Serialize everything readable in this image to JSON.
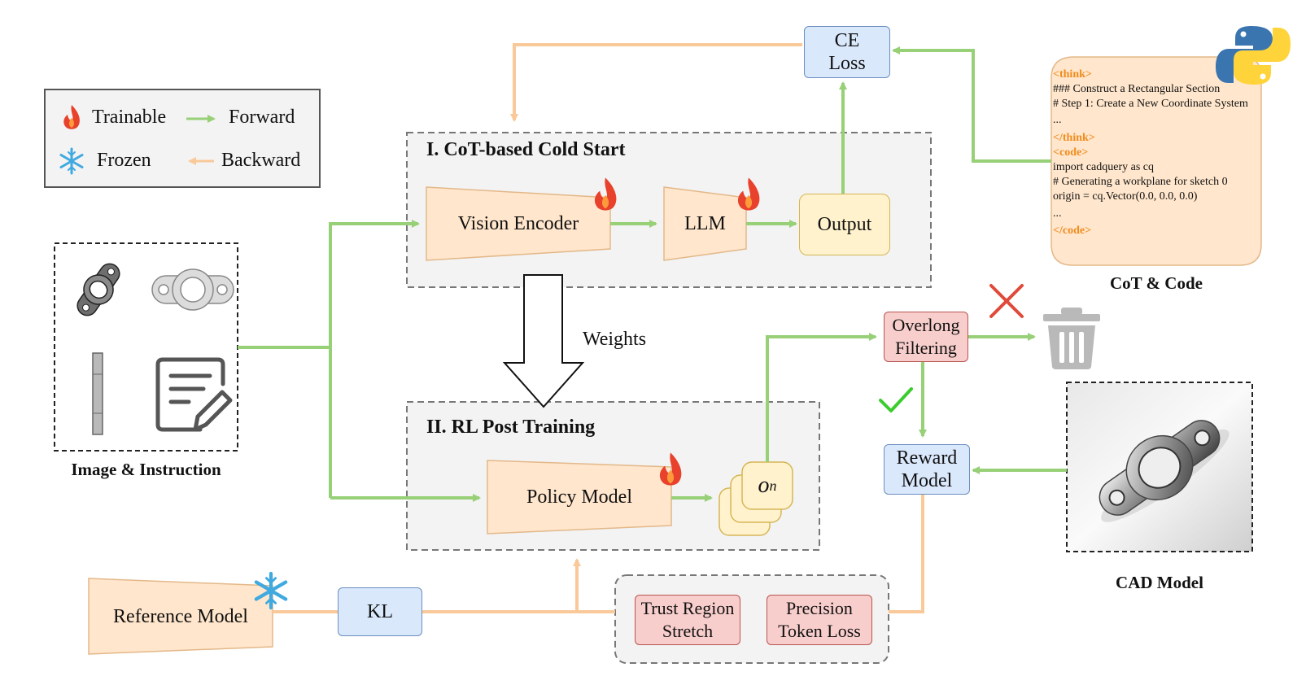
{
  "legend": {
    "trainable": "Trainable",
    "forward": "Forward",
    "frozen": "Frozen",
    "backward": "Backward"
  },
  "stage1": {
    "title": "I. CoT-based Cold Start",
    "vision_encoder": "Vision Encoder",
    "llm": "LLM",
    "output": "Output"
  },
  "ce_loss": {
    "line1": "CE",
    "line2": "Loss"
  },
  "weights_label": "Weights",
  "stage2": {
    "title": "II. RL Post Training",
    "policy_model": "Policy Model",
    "output_symbol": "o",
    "output_subscript": "n"
  },
  "overlong_filtering": {
    "line1": "Overlong",
    "line2": "Filtering"
  },
  "reward_model": {
    "line1": "Reward",
    "line2": "Model"
  },
  "reference_model": "Reference Model",
  "kl": "KL",
  "trust_region": {
    "line1": "Trust Region",
    "line2": "Stretch"
  },
  "precision_token": {
    "line1": "Precision",
    "line2": "Token Loss"
  },
  "captions": {
    "image_instruction": "Image & Instruction",
    "cot_code": "CoT & Code",
    "cad_model": "CAD Model"
  },
  "code_panel": {
    "lines": [
      {
        "text": "<think>",
        "tag": true
      },
      {
        "text": "### Construct a Rectangular Section",
        "tag": false
      },
      {
        "text": "# Step 1: Create a New Coordinate System",
        "tag": false
      },
      {
        "text": "...",
        "tag": false
      },
      {
        "text": "</think>",
        "tag": true
      },
      {
        "text": "<code>",
        "tag": true
      },
      {
        "text": "import cadquery as cq",
        "tag": false
      },
      {
        "text": "# Generating a workplane for sketch 0",
        "tag": false
      },
      {
        "text": "origin = cq.Vector(0.0, 0.0, 0.0)",
        "tag": false
      },
      {
        "text": "...",
        "tag": false
      },
      {
        "text": "</code>",
        "tag": true
      }
    ]
  },
  "colors": {
    "forward": "#97d077",
    "backward": "#f9c99a",
    "trainable_flame": "#e8412c",
    "frozen_snowflake": "#3fa9e0",
    "code_tag": "#f08c1e",
    "cross": "#e04a3a",
    "check": "#3bcc2e"
  },
  "icons": {
    "flame": "flame-icon",
    "snowflake": "snowflake-icon",
    "python": "python-logo-icon",
    "trash": "trash-icon",
    "check": "check-icon",
    "cross": "cross-icon"
  }
}
